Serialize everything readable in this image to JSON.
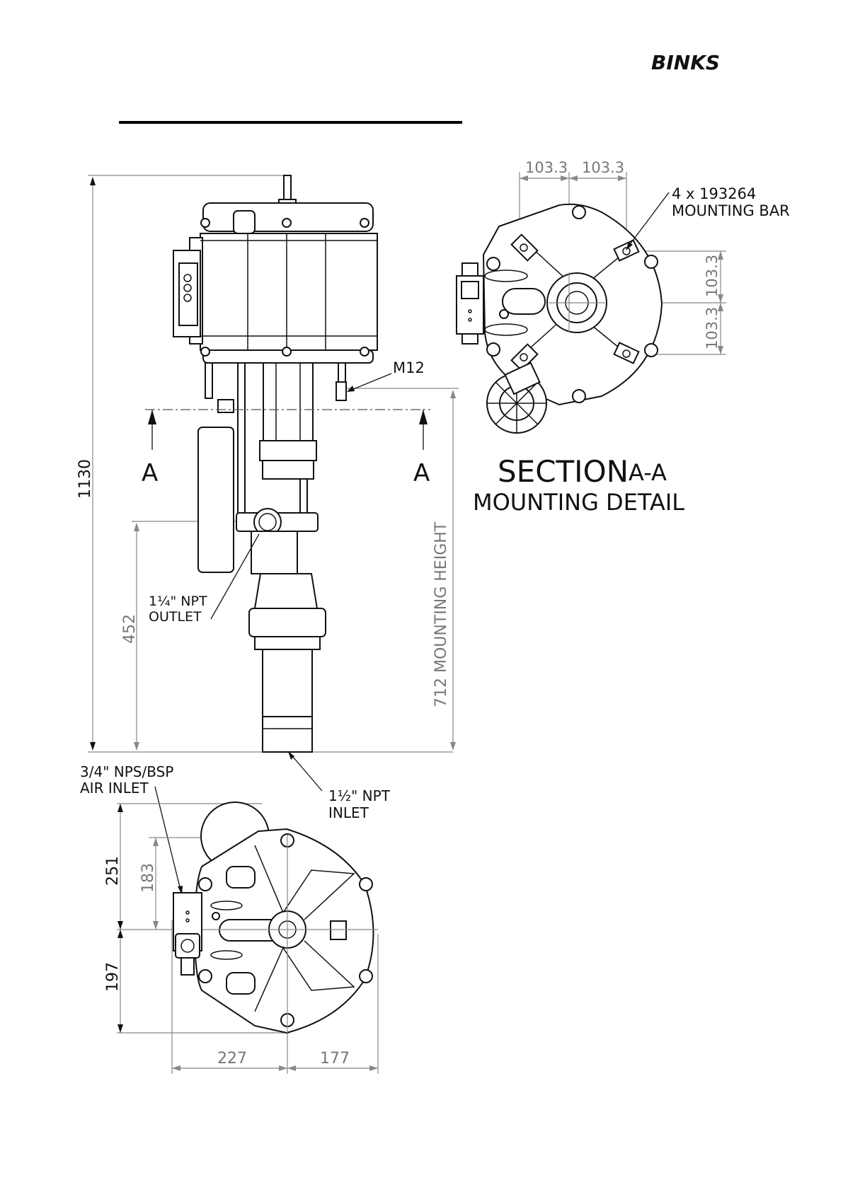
{
  "brand": {
    "logo_text": "BINKS"
  },
  "side_view": {
    "overall_height": "1130",
    "outlet_height": "452",
    "mounting_height": "712 MOUNTING HEIGHT",
    "section_marker_left": "A",
    "section_marker_right": "A",
    "callout_m12": "M12",
    "callout_outlet_line1": "1¼\" NPT",
    "callout_outlet_line2": "OUTLET"
  },
  "section_view": {
    "title_main": "SECTION",
    "title_suffix": "A-A",
    "subtitle": "MOUNTING DETAIL",
    "dim_top_left": "103.3",
    "dim_top_right": "103.3",
    "dim_right_upper": "103.3",
    "dim_right_lower": "103.3",
    "callout_line1": "4 x 193264",
    "callout_line2": "MOUNTING BAR"
  },
  "bottom_view": {
    "callout_air_line1": "3/4\" NPS/BSP",
    "callout_air_line2": "AIR INLET",
    "callout_inlet_line1": "1½\" NPT",
    "callout_inlet_line2": "INLET",
    "dim_251": "251",
    "dim_183": "183",
    "dim_197": "197",
    "dim_227": "227",
    "dim_177": "177"
  }
}
